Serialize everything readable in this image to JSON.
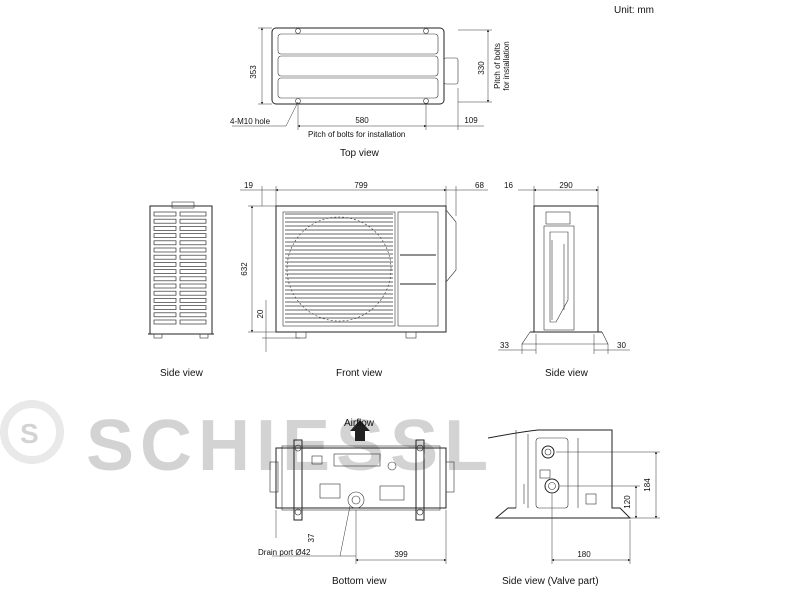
{
  "unit_label": "Unit: mm",
  "watermark": {
    "text": "SCHIESSL"
  },
  "views": {
    "top": "Top view",
    "side_left": "Side view",
    "front": "Front view",
    "side_right": "Side view",
    "bottom": "Bottom view",
    "side_valve": "Side view (Valve part)"
  },
  "top_view": {
    "height": "353",
    "bolt_pitch_height": "330",
    "bolt_pitch_width": "580",
    "right_offset": "109",
    "hole_label": "4-M10 hole",
    "bolt_pitch_label": "Pitch of bolts for installation",
    "bolt_pitch_vertical_1": "Pitch of bolts",
    "bolt_pitch_vertical_2": "for installation"
  },
  "front_view": {
    "left_offset": "19",
    "width": "799",
    "right_offset": "68",
    "height": "632",
    "base": "20"
  },
  "side_view_right": {
    "left_offset": "16",
    "width": "290",
    "bottom_left": "33",
    "bottom_right": "30"
  },
  "bottom_view": {
    "airflow": "Airflow",
    "offset": "37",
    "drain_label": "Drain port Ø42",
    "width": "399"
  },
  "valve_view": {
    "h_inner": "120",
    "h_outer": "184",
    "width": "180"
  }
}
